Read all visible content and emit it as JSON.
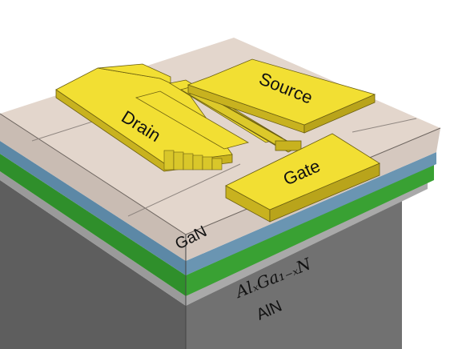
{
  "labels": {
    "drain": "Drain",
    "source": "Source",
    "gate": "Gate",
    "gan": "GaN",
    "algan": "AlₓGa₁₋ₓN",
    "aln": "AlN"
  },
  "colors": {
    "metal_top": "#f2df33",
    "metal_side": "#c8b21f",
    "gan_top": "#e3d6cc",
    "gan_left": "#c9bcb3",
    "gan_right": "#d5c8bf",
    "algan_left": "#5c88a6",
    "algan_right": "#6a95b2",
    "green_left": "#2f8f2b",
    "green_right": "#39a133",
    "aln_left": "#9a9a9a",
    "aln_right": "#a9a9a9",
    "substrate_left": "#5e5e5e",
    "substrate_right": "#717171"
  }
}
